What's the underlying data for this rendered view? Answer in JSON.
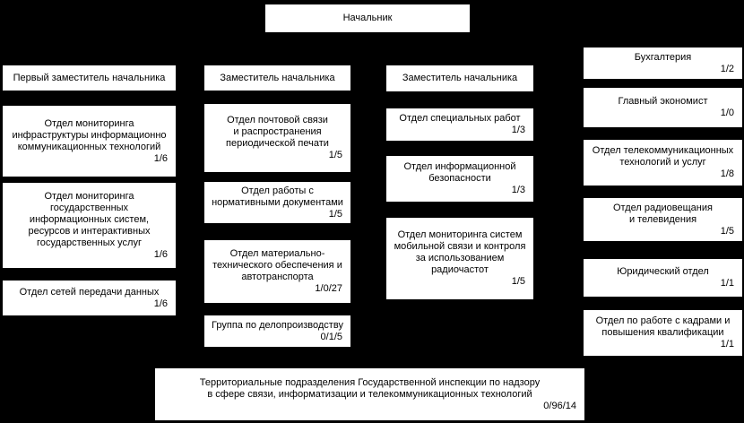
{
  "colors": {
    "background": "#000000",
    "box_fill": "#ffffff",
    "text": "#000000"
  },
  "org": {
    "root_label": "Начальник",
    "col1": {
      "header": "Первый заместитель начальника",
      "boxes": [
        {
          "name": "Отдел мониторинга\nинфраструктуры информационно\nкоммуникационных технологий",
          "staff": "1/6"
        },
        {
          "name": "Отдел мониторинга\nгосударственных\nинформационных систем,\nресурсов и интерактивных\nгосударственных услуг",
          "staff": "1/6"
        },
        {
          "name": "Отдел сетей передачи данных",
          "staff": "1/6"
        }
      ]
    },
    "col2": {
      "header": "Заместитель начальника",
      "boxes": [
        {
          "name": "Отдел почтовой связи\nи распространения\nпериодической печати",
          "staff": "1/5"
        },
        {
          "name": "Отдел работы с\nнормативными документами",
          "staff": "1/5"
        },
        {
          "name": "Отдел материально-\nтехнического обеспечения и\nавтотранспорта",
          "staff": "1/0/27"
        },
        {
          "name": "Группа по делопроизводству",
          "staff": "0/1/5"
        }
      ]
    },
    "col3": {
      "header": "Заместитель начальника",
      "boxes": [
        {
          "name": "Отдел специальных работ",
          "staff": "1/3"
        },
        {
          "name": "Отдел информационной\nбезопасности",
          "staff": "1/3"
        },
        {
          "name": "Отдел мониторинга систем\nмобильной связи и контроля\nза использованием\nрадиочастот",
          "staff": "1/5"
        }
      ]
    },
    "col4": {
      "boxes": [
        {
          "name": "Бухгалтерия",
          "staff": "1/2"
        },
        {
          "name": "Главный экономист",
          "staff": "1/0"
        },
        {
          "name": "Отдел телекоммуникационных\nтехнологий и услуг",
          "staff": "1/8"
        },
        {
          "name": "Отдел радиовещания\nи телевидения",
          "staff": "1/5"
        },
        {
          "name": "Юридический отдел",
          "staff": "1/1"
        },
        {
          "name": "Отдел по работе с кадрами и\nповышения квалификации",
          "staff": "1/1"
        }
      ]
    },
    "bottom": {
      "name": "Территориальные подразделения Государственной инспекции по надзору\nв сфере связи, информатизации и телекоммуникационных технологий",
      "staff": "0/96/14"
    }
  }
}
